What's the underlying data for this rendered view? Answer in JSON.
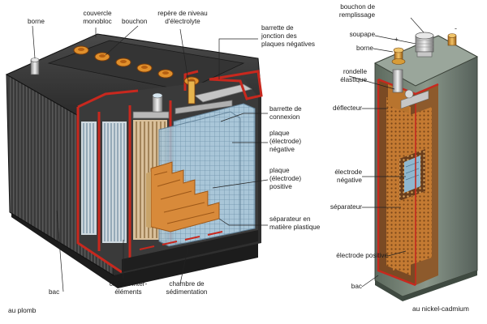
{
  "lead_battery": {
    "caption": "au plomb",
    "labels": {
      "borne": "borne",
      "couvercle": "couvercle\nmonobloc",
      "bouchon": "bouchon",
      "repere": "repère de niveau\nd'électrolyte",
      "barrette_jonction": "barrette de\njonction des\nplaques négatives",
      "barrette_connexion": "barrette de\nconnexion",
      "plaque_negative": "plaque\n(électrode)\nnégative",
      "plaque_positive": "plaque\n(électrode)\npositive",
      "separateur": "séparateur en\nmatière plastique",
      "bac": "bac",
      "cloison": "cloison inter-\néléments",
      "chambre": "chambre de\nsédimentation"
    }
  },
  "nicd_battery": {
    "caption": "au nickel-cadmium",
    "labels": {
      "bouchon_remplissage": "bouchon de\nremplissage",
      "soupape": "soupape",
      "borne": "borne",
      "rondelle": "rondelle\nélastique",
      "deflecteur": "déflecteur",
      "electrode_negative": "électrode\nnégative",
      "separateur": "séparateur",
      "electrode_positive": "électrode positive",
      "bac": "bac"
    },
    "terminal_signs": {
      "plus": "+",
      "minus": "-"
    }
  },
  "colors": {
    "case_dark": "#2b2b2b",
    "case_mid": "#3c3c3c",
    "cutaway_red": "#c8281e",
    "plate_blue": "#8fb3c9",
    "plate_orange": "#d88a3a",
    "separator_tan": "#c8a46a",
    "nicd_orange": "#c9772e",
    "nicd_brown": "#7a4a24",
    "nicd_case": "#6f7b6e",
    "gold_cap": "#c98a2a",
    "leader": "#222222"
  }
}
